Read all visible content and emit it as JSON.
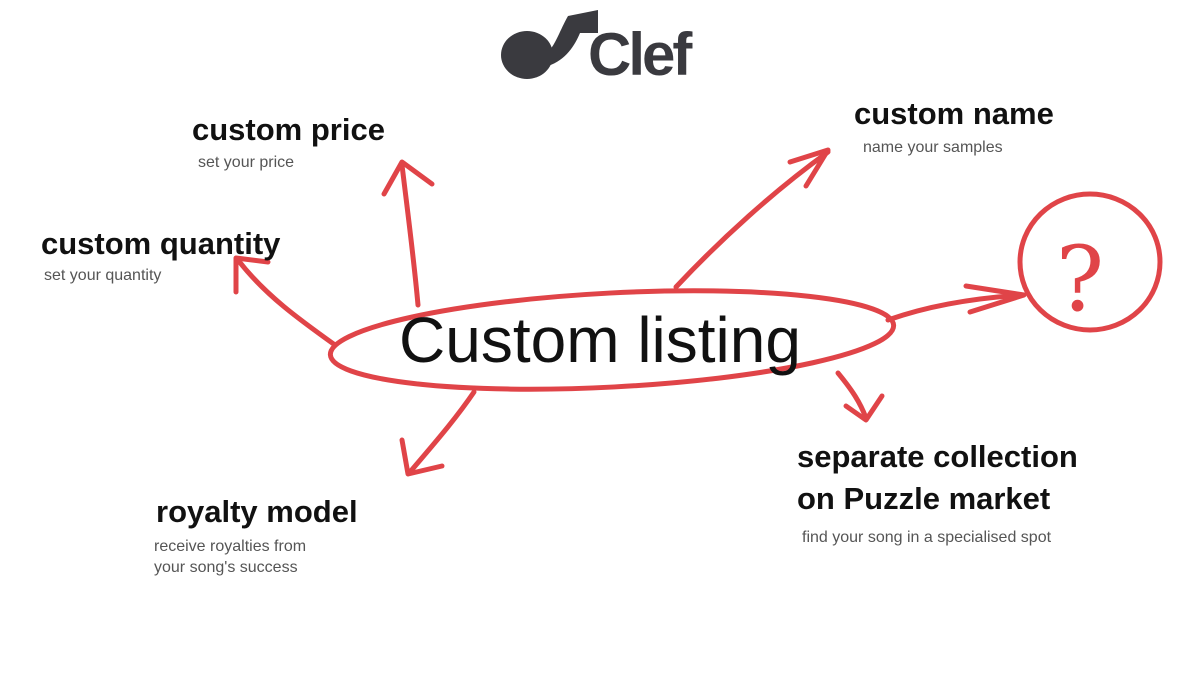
{
  "logo": {
    "text": "Clef",
    "color": "#3a3a3f"
  },
  "center": {
    "label": "Custom listing"
  },
  "accent_color": "#e04448",
  "nodes": {
    "custom_price": {
      "title": "custom price",
      "subtitle": "set your price"
    },
    "custom_quantity": {
      "title": "custom quantity",
      "subtitle": "set your quantity"
    },
    "custom_name": {
      "title": "custom name",
      "subtitle": "name your samples"
    },
    "royalty_model": {
      "title": "royalty model",
      "subtitle_lines": [
        "receive royalties from",
        "your song's success"
      ]
    },
    "separate_collection": {
      "title_lines": [
        "separate collection",
        "on Puzzle market"
      ],
      "subtitle": "find your song in a specialised spot"
    },
    "unknown": {
      "symbol": "?"
    }
  }
}
